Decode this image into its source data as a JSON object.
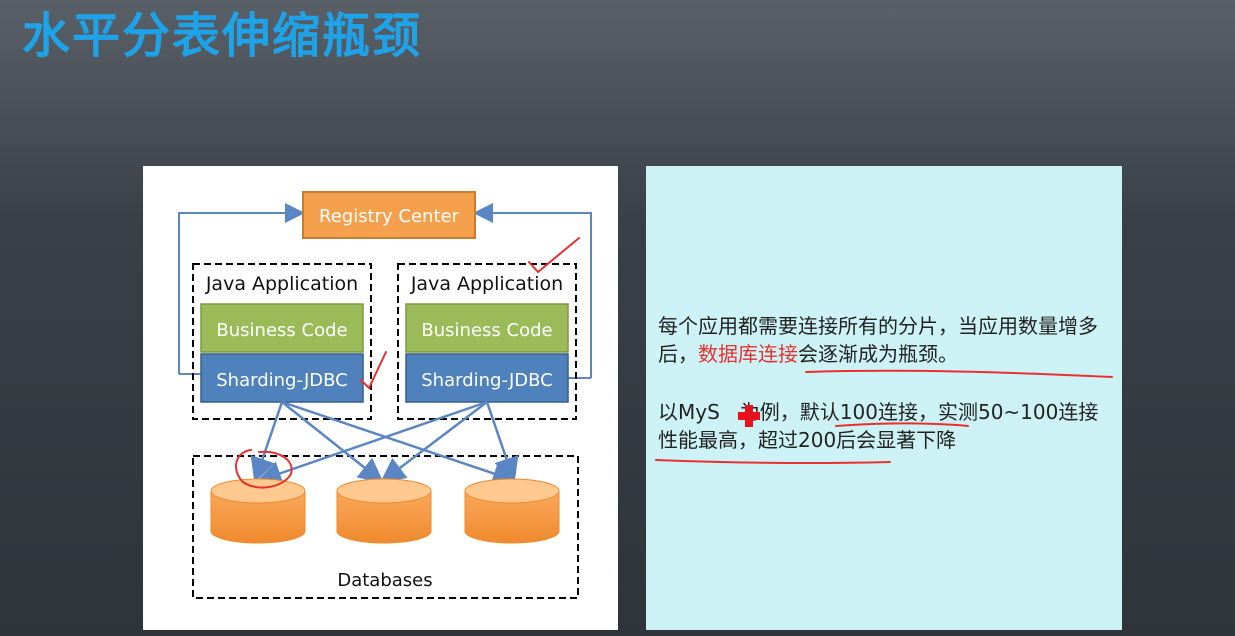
{
  "slide": {
    "title": "水平分表伸缩瓶颈"
  },
  "diagram": {
    "registry_center": "Registry Center",
    "apps": [
      {
        "title": "Java Application",
        "business_code": "Business Code",
        "sharding": "Sharding-JDBC"
      },
      {
        "title": "Java Application",
        "business_code": "Business Code",
        "sharding": "Sharding-JDBC"
      }
    ],
    "databases_label": "Databases",
    "colors": {
      "registry_fill": "#f5a04d",
      "business_fill": "#9bbb59",
      "sharding_fill": "#4f81bd",
      "db_fill": "#f79646",
      "arrow": "#5b86c4",
      "annotation": "#e8302e"
    }
  },
  "notes": {
    "p1_before": "每个应用都需要连接所有的分片，当应用数量增多后，",
    "p1_highlight": "数据库连接",
    "p1_after": "会逐渐成为瓶颈。",
    "p2_a": "以MyS",
    "p2_b": "为例，默认100连接，实测50~100连接性能最高，超过200后会显著下降"
  }
}
